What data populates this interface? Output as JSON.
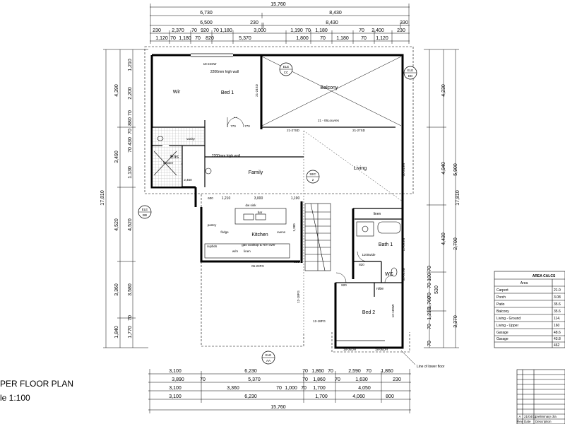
{
  "title": {
    "main": "PER FLOOR PLAN",
    "scale": "le 1:100"
  },
  "dims_top": {
    "overall": "15,760",
    "r1": [
      "6,730",
      "8,430"
    ],
    "r2": [
      "6,500",
      "230",
      "8,430",
      "330"
    ],
    "r3": [
      "230",
      "2,370",
      "70",
      "920",
      "70",
      "1,180",
      "3,000",
      "1,190",
      "70",
      "1,180",
      "70",
      "2,400",
      "230"
    ],
    "r4": [
      "1,120",
      "70",
      "1,180",
      "70",
      "820",
      "5,370",
      "1,800",
      "70",
      "1,180",
      "70",
      "1,120"
    ]
  },
  "dims_bottom": {
    "r1": [
      "3,100",
      "6,230",
      "70",
      "1,860",
      "70",
      "2,590",
      "70",
      "1,860"
    ],
    "r2": [
      "3,890",
      "70",
      "5,370",
      "70",
      "1,860",
      "70",
      "1,630",
      "230"
    ],
    "r3": [
      "3,100",
      "3,360",
      "70",
      "1,000",
      "70",
      "1,700",
      "4,050"
    ],
    "r4": [
      "3,100",
      "6,230",
      "1,700",
      "4,060",
      "800"
    ],
    "overall": "15,760"
  },
  "dims_left": {
    "outer": [
      "17,810"
    ],
    "mid": [
      "4,390",
      "3,490",
      "4,520",
      "3,360",
      "1,840"
    ],
    "inner": [
      "1,210",
      "2,200",
      "70",
      "880",
      "70",
      "430",
      "70",
      "1,130",
      "4,520",
      "3,580",
      "1,770",
      "70"
    ]
  },
  "dims_right": {
    "outer": [
      "17,810"
    ],
    "mid": [
      "4,230",
      "4,940",
      "5,900",
      "4,430",
      "2,700",
      "3,370"
    ],
    "inner": [
      "70",
      "100",
      "70",
      "530",
      "70",
      "1,760",
      "70",
      "1,210",
      "70"
    ]
  },
  "rooms": {
    "wir": "Wir",
    "bed1": "Bed 1",
    "balcony": "Balcony",
    "family": "Family",
    "living": "Living",
    "kitchen": "Kitchen",
    "bath1": "Bath 1",
    "wc": "WC",
    "bed2": "Bed 2",
    "ens": "Ens",
    "robe": "robe",
    "linen": "linen",
    "vanity": "vanity",
    "shower": "shower",
    "wm": "w/m",
    "linen2": "linen",
    "pantry": "pantry",
    "cupbds": "cupbds",
    "ovens": "ovens"
  },
  "notes": {
    "wall1": "2200mm high wall",
    "wall2": "2200mm high wall",
    "sw1": "18-24SW",
    "sw2": "21-24SD",
    "louvres": "21 - 06Louvres",
    "sd1": "21-27SD",
    "sd2": "21-27SD",
    "d770a": "770",
    "d770b": "770",
    "fg1": "06-23FG",
    "fg2": "12-18FG",
    "fg3": "12-18FG",
    "dh1": "18-06DH",
    "dh2": "18-06DH",
    "sw3": "06-24SW",
    "sw4": "15-09SW",
    "sw5": "06-06SW",
    "sw6": "12-18SW",
    "d820a": "820",
    "d820b": "820",
    "d600a": "600",
    "d600b": "600",
    "d1210": "1,210",
    "d3000": "3,000",
    "d1190": "1,190",
    "d1380": "1,380",
    "d1100": "1100wide",
    "lower": "Line of lower floor",
    "cooktop": "gas cooktop & R/H over",
    "sink": "dw sink",
    "fridge": "fridge",
    "d2450": "2,450",
    "bar": "bar"
  },
  "sections": {
    "ele_cc": {
      "l1": "ELE",
      "l2": "CC"
    },
    "ele_dd": {
      "l1": "ELE",
      "l2": "DD"
    },
    "ele_bb": {
      "l1": "ELE",
      "l2": "BB"
    },
    "ele_aa": {
      "l1": "ELE",
      "l2": "AA"
    },
    "sec_2": {
      "l1": "SEC",
      "l2": "2"
    }
  },
  "area_table": {
    "title": "AREA CALCS",
    "header": "Area",
    "rows": [
      {
        "name": "Carport",
        "val": "21.0"
      },
      {
        "name": "Porch",
        "val": "3.08"
      },
      {
        "name": "Patio",
        "val": "35.6"
      },
      {
        "name": "Balcony",
        "val": "35.6"
      },
      {
        "name": "Living - Ground",
        "val": "114."
      },
      {
        "name": "Living - Upper",
        "val": "160"
      },
      {
        "name": "Garage",
        "val": "48.6"
      },
      {
        "name": "Garage",
        "val": "43.8"
      },
      {
        "name": "",
        "val": "462"
      }
    ]
  },
  "revision": {
    "rev": "A",
    "date": "21/04/11",
    "desc": "preliminary dra",
    "h_rev": "Rev",
    "h_date": "Date",
    "h_desc": "Description"
  }
}
